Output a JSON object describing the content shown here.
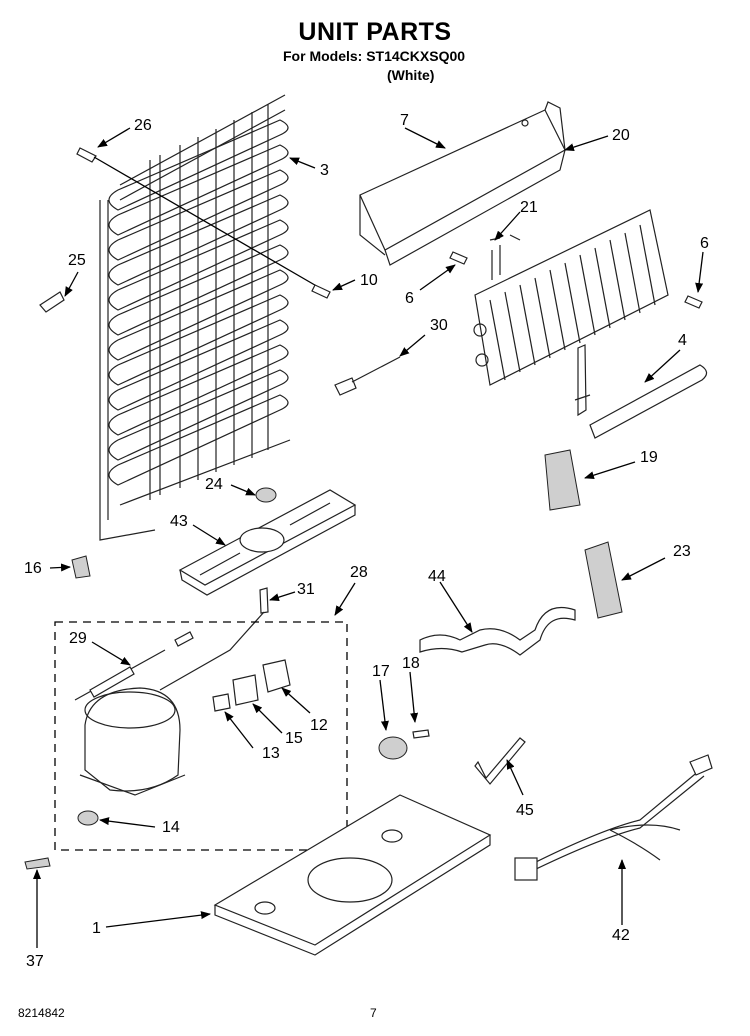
{
  "header": {
    "title": "UNIT PARTS",
    "models_line": "For Models: ST14CKXSQ00",
    "color_line": "(White)"
  },
  "footer": {
    "doc_number": "8214842",
    "page_number": "7"
  },
  "callouts": {
    "c1": "1",
    "c3": "3",
    "c4": "4",
    "c6a": "6",
    "c6b": "6",
    "c7": "7",
    "c10": "10",
    "c12": "12",
    "c13": "13",
    "c14": "14",
    "c15": "15",
    "c16": "16",
    "c17": "17",
    "c18": "18",
    "c19": "19",
    "c20": "20",
    "c21": "21",
    "c23": "23",
    "c24": "24",
    "c25": "25",
    "c26": "26",
    "c28": "28",
    "c29": "29",
    "c30": "30",
    "c31": "31",
    "c37": "37",
    "c42": "42",
    "c43": "43",
    "c44": "44",
    "c45": "45"
  }
}
